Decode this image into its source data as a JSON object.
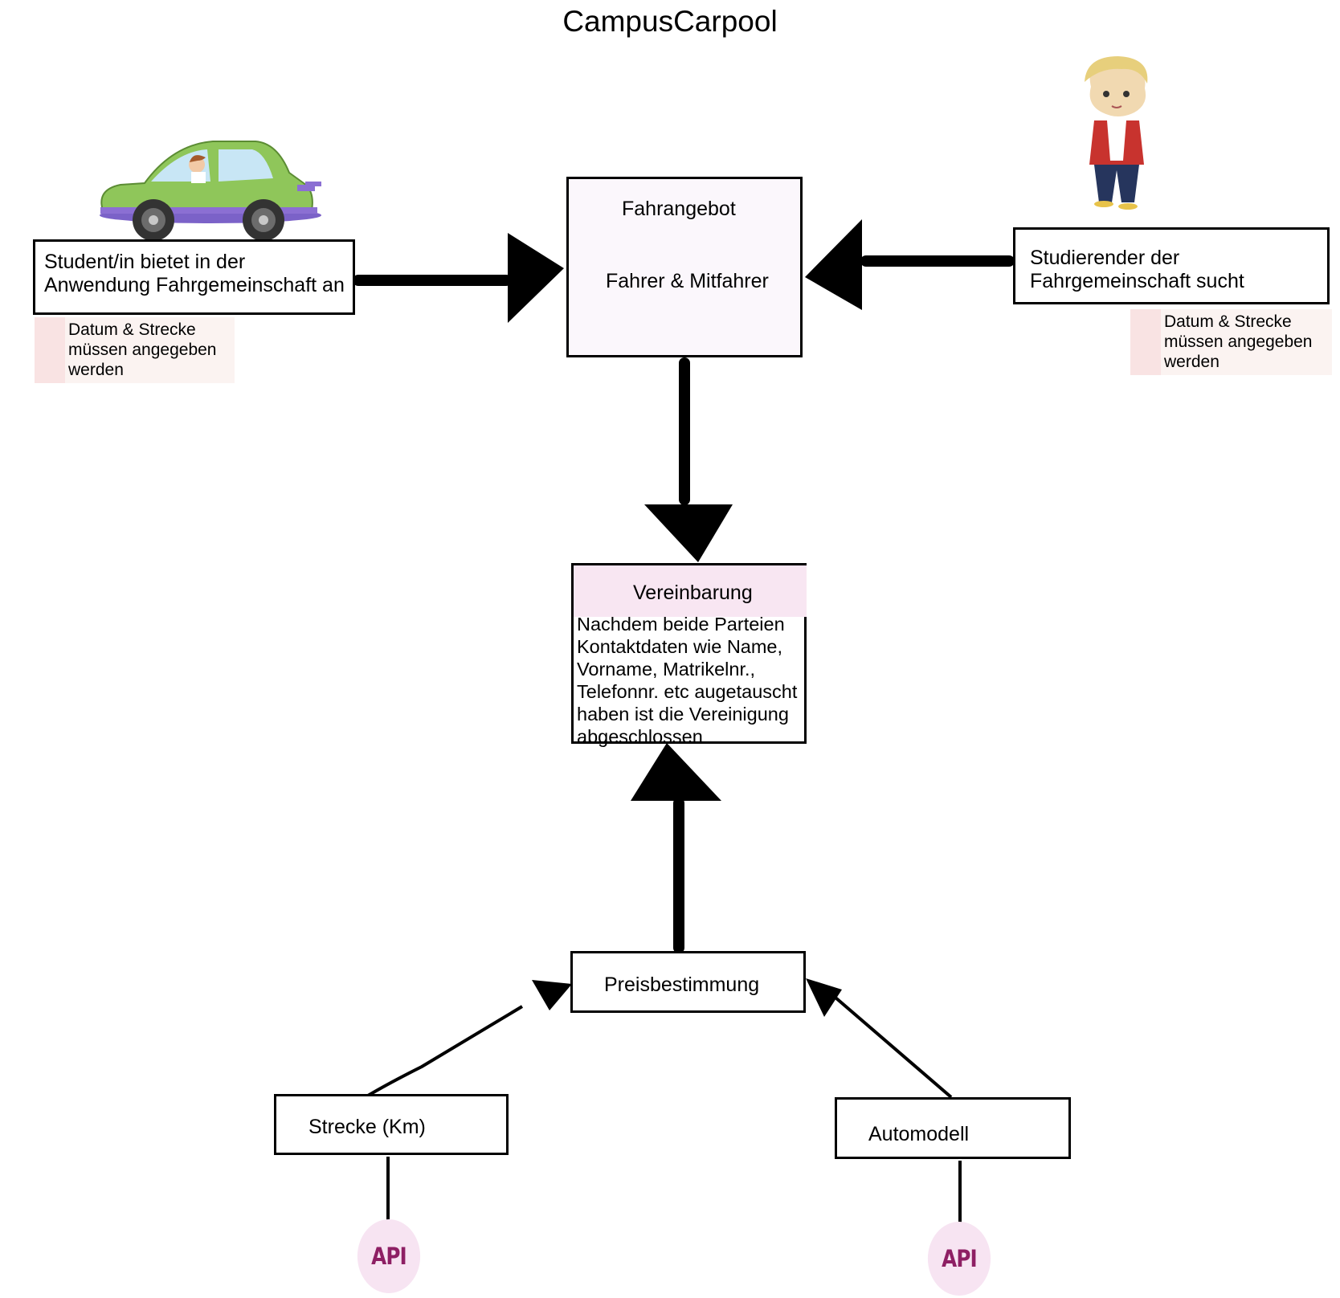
{
  "title": "CampusCarpool",
  "offer_box": {
    "text": "Student/in bietet in der\nAnwendung Fahrgemeinschaft an"
  },
  "search_box": {
    "text": "Studierender der\nFahrgemeinschaft sucht"
  },
  "left_note": "Datum & Strecke\nmüssen angegeben\nwerden",
  "right_note": "Datum & Strecke\nmüssen angegeben\nwerden",
  "fahrangebot": {
    "title": "Fahrangebot",
    "subtitle": "Fahrer & Mitfahrer"
  },
  "vereinbarung": {
    "title": "Vereinbarung",
    "body": "Nachdem beide Parteien\nKontaktdaten wie Name,\nVorname, Matrikelnr.,\nTelefonnr. etc augetauscht\nhaben ist die Vereinigung\nabgeschlossen"
  },
  "preisbestimmung": "Preisbestimmung",
  "strecke": "Strecke (Km)",
  "automodell": "Automodell",
  "api_left": "API",
  "api_right": "API",
  "colors": {
    "box_border": "#000000",
    "fahrangebot_fill": "#fbf7fc",
    "vereinbarung_header_fill": "#f8e6f2",
    "note_fill": "#fbf3f1",
    "api_fill": "#f7e4f2",
    "api_text": "#8e1f64",
    "car_body": "#8fc65a",
    "car_trim": "#8b6fd3"
  },
  "icons": {
    "car": "car-with-driver-illustration",
    "person": "boy-student-illustration"
  }
}
